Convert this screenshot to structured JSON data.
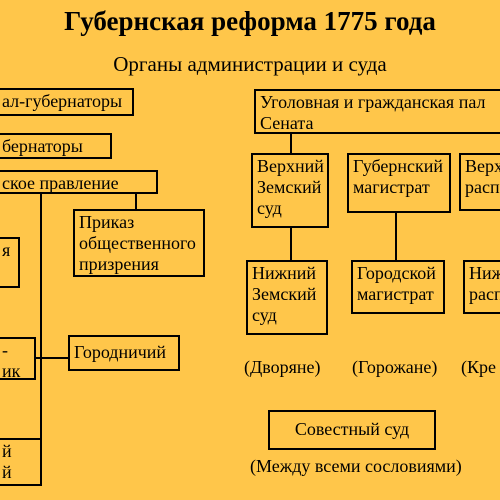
{
  "title": "Губернская реформа 1775 года",
  "subtitle": "Органы администрации и суда",
  "left": {
    "governors_general": "ал-губернаторы",
    "governors": "бернаторы",
    "provincial_board": "ское правление",
    "cut_box_1": "я",
    "order_of_charity": "Приказ\nобщественного\nпризрения",
    "cut_box_2": "-\nик",
    "gorodnichy": "Городничий",
    "cut_box_3": "й\nй суд"
  },
  "right": {
    "senate_chamber": "Уголовная и гражданская пал\nСената",
    "upper_zemsky_court": "Верхний\nЗемский\nсуд",
    "provincial_magistrate": "Губернский\nмагистрат",
    "upper_raspravа": "Верх\nрасп",
    "lower_zemsky_court": "Нижний\nЗемский\nсуд",
    "city_magistrate": "Городской\nмагистрат",
    "lower_rasprava": "Ниж\nрасп",
    "estate_nobles": "(Дворяне)",
    "estate_townspeople": "(Горожане)",
    "estate_peasants": "(Кре",
    "conscience_court": "Совестный суд",
    "all_estates": "(Между всеми сословиями)"
  }
}
